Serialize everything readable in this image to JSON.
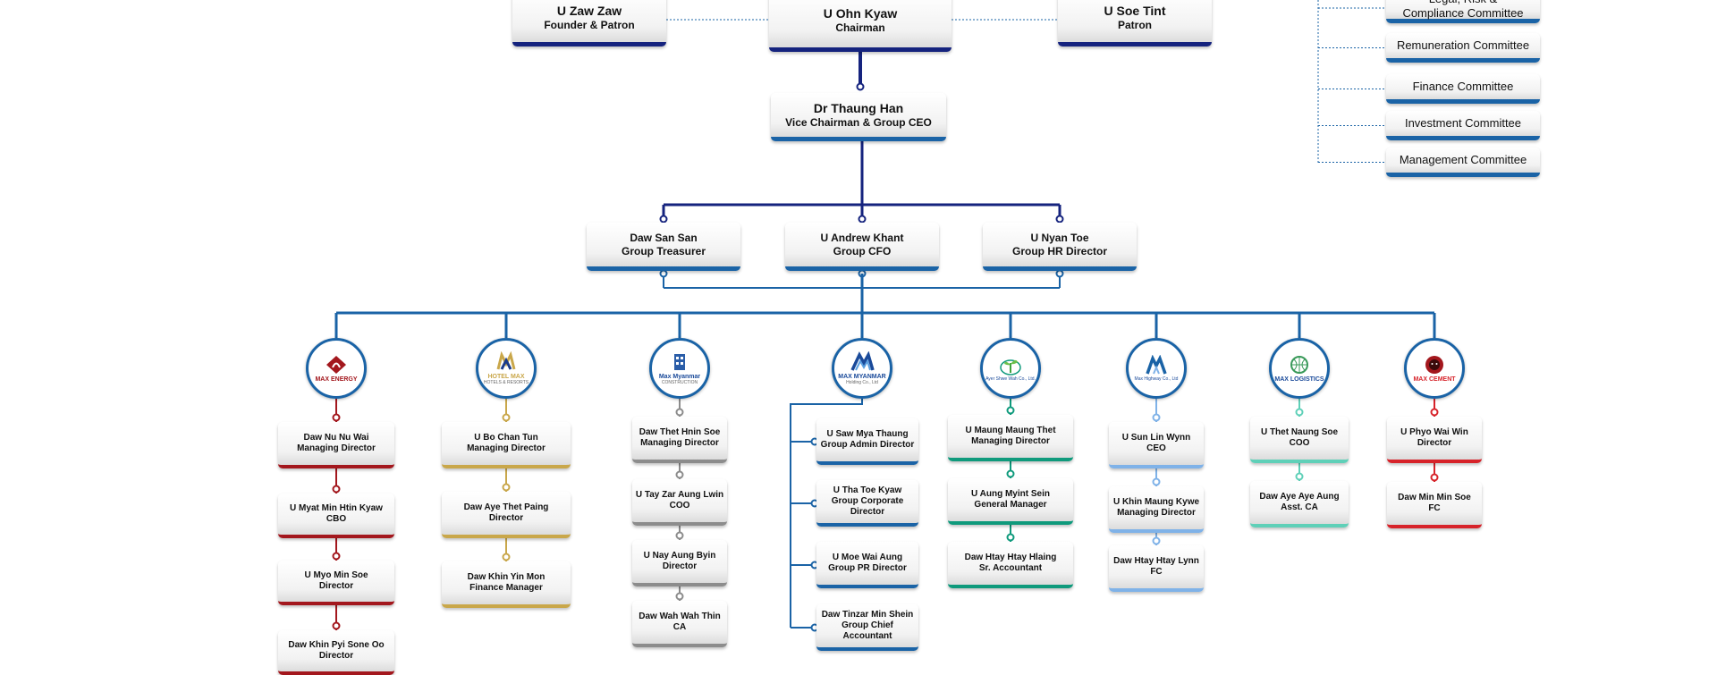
{
  "colors": {
    "navy": "#15237e",
    "blue": "#1a63a6",
    "red": "#a3171d",
    "gold": "#c9a74a",
    "gray": "#8c8c8c",
    "teal": "#0f9a7c",
    "lightblue": "#7fb2e8",
    "mint": "#5fd0b8",
    "brightred": "#d7232a"
  },
  "board": [
    {
      "name": "U Zaw Zaw",
      "role": "Founder & Patron"
    },
    {
      "name": "U Ohn Kyaw",
      "role": "Chairman"
    },
    {
      "name": "U Soe Tint",
      "role": "Patron"
    }
  ],
  "committees": [
    {
      "line1": "Legal, Risk &",
      "line2": "Compliance Committee"
    },
    {
      "line1": "Remuneration Committee"
    },
    {
      "line1": "Finance Committee"
    },
    {
      "line1": "Investment Committee"
    },
    {
      "line1": "Management Committee"
    }
  ],
  "ceo": {
    "name": "Dr Thaung Han",
    "role": "Vice Chairman & Group CEO"
  },
  "executives": [
    {
      "name": "Daw San San",
      "role": "Group Treasurer"
    },
    {
      "name": "U Andrew Khant",
      "role": "Group CFO"
    },
    {
      "name": "U Nyan Toe",
      "role": "Group HR Director"
    }
  ],
  "companies": [
    {
      "logo_text": "MAX ENERGY",
      "logo_sub": "",
      "logo_icon": "red-diamond-flame-logo",
      "accent": "#a3171d",
      "staff": [
        {
          "name": "Daw Nu Nu Wai",
          "role": "Managing Director"
        },
        {
          "name": "U Myat Min Htin Kyaw",
          "role": "CBO"
        },
        {
          "name": "U Myo Min Soe",
          "role": "Director"
        },
        {
          "name": "Daw Khin Pyi Sone Oo",
          "role": "Director"
        }
      ]
    },
    {
      "logo_text": "HOTEL MAX",
      "logo_sub": "HOTELS & RESORTS",
      "logo_icon": "gold-m-logo",
      "accent": "#c9a74a",
      "staff": [
        {
          "name": "U Bo Chan Tun",
          "role": "Managing Director"
        },
        {
          "name": "Daw Aye Thet Paing",
          "role": "Director"
        },
        {
          "name": "Daw Khin Yin Mon",
          "role": "Finance Manager"
        }
      ]
    },
    {
      "logo_text": "Max Myanmar",
      "logo_sub": "CONSTRUCTION",
      "logo_icon": "building-cube-logo",
      "accent": "#8c8c8c",
      "staff": [
        {
          "name": "Daw Thet Hnin Soe",
          "role": "Managing Director"
        },
        {
          "name": "U Tay Zar Aung Lwin",
          "role": "COO"
        },
        {
          "name": "U Nay Aung Byin",
          "role": "Director"
        },
        {
          "name": "Daw Wah Wah Thin",
          "role": "CA"
        }
      ]
    },
    {
      "logo_text": "MAX MYANMAR",
      "logo_sub": "Holding Co., Ltd",
      "logo_icon": "blue-m-stripes-logo",
      "accent": "#1a63a6",
      "staff": [
        {
          "name": "U Saw Mya Thaung",
          "role": "Group Admin Director"
        },
        {
          "name": "U Tha Toe Kyaw",
          "role": "Group Corporate Director"
        },
        {
          "name": "U Moe Wai Aung",
          "role": "Group PR Director"
        },
        {
          "name": "Daw Tinzar Min Shein",
          "role": "Group Chief Accountant"
        }
      ]
    },
    {
      "logo_text": "Ayer Shwe Wah Co., Ltd.",
      "logo_sub": "",
      "logo_icon": "green-sprout-logo",
      "accent": "#0f9a7c",
      "staff": [
        {
          "name": "U Maung Maung Thet",
          "role": "Managing Director"
        },
        {
          "name": "U Aung Myint Sein",
          "role": "General Manager"
        },
        {
          "name": "Daw Htay Htay Hlaing",
          "role": "Sr. Accountant"
        }
      ]
    },
    {
      "logo_text": "Max Highway Co., Ltd",
      "logo_sub": "",
      "logo_icon": "blue-m-road-logo",
      "accent": "#7fb2e8",
      "staff": [
        {
          "name": "U Sun Lin Wynn",
          "role": "CEO"
        },
        {
          "name": "U Khin Maung Kywe",
          "role": "Managing Director"
        },
        {
          "name": "Daw Htay Htay Lynn",
          "role": "FC"
        }
      ]
    },
    {
      "logo_text": "MAX LOGISTICS",
      "logo_sub": "",
      "logo_icon": "green-globe-logo",
      "accent": "#5fd0b8",
      "staff": [
        {
          "name": "U Thet Naung Soe",
          "role": "COO"
        },
        {
          "name": "Daw Aye Aye Aung",
          "role": "Asst. CA"
        }
      ]
    },
    {
      "logo_text": "MAX CEMENT",
      "logo_sub": "",
      "logo_icon": "red-lion-logo",
      "accent": "#d7232a",
      "staff": [
        {
          "name": "U Phyo Wai Win",
          "role": "Director"
        },
        {
          "name": "Daw Min Min Soe",
          "role": "FC"
        }
      ]
    }
  ]
}
